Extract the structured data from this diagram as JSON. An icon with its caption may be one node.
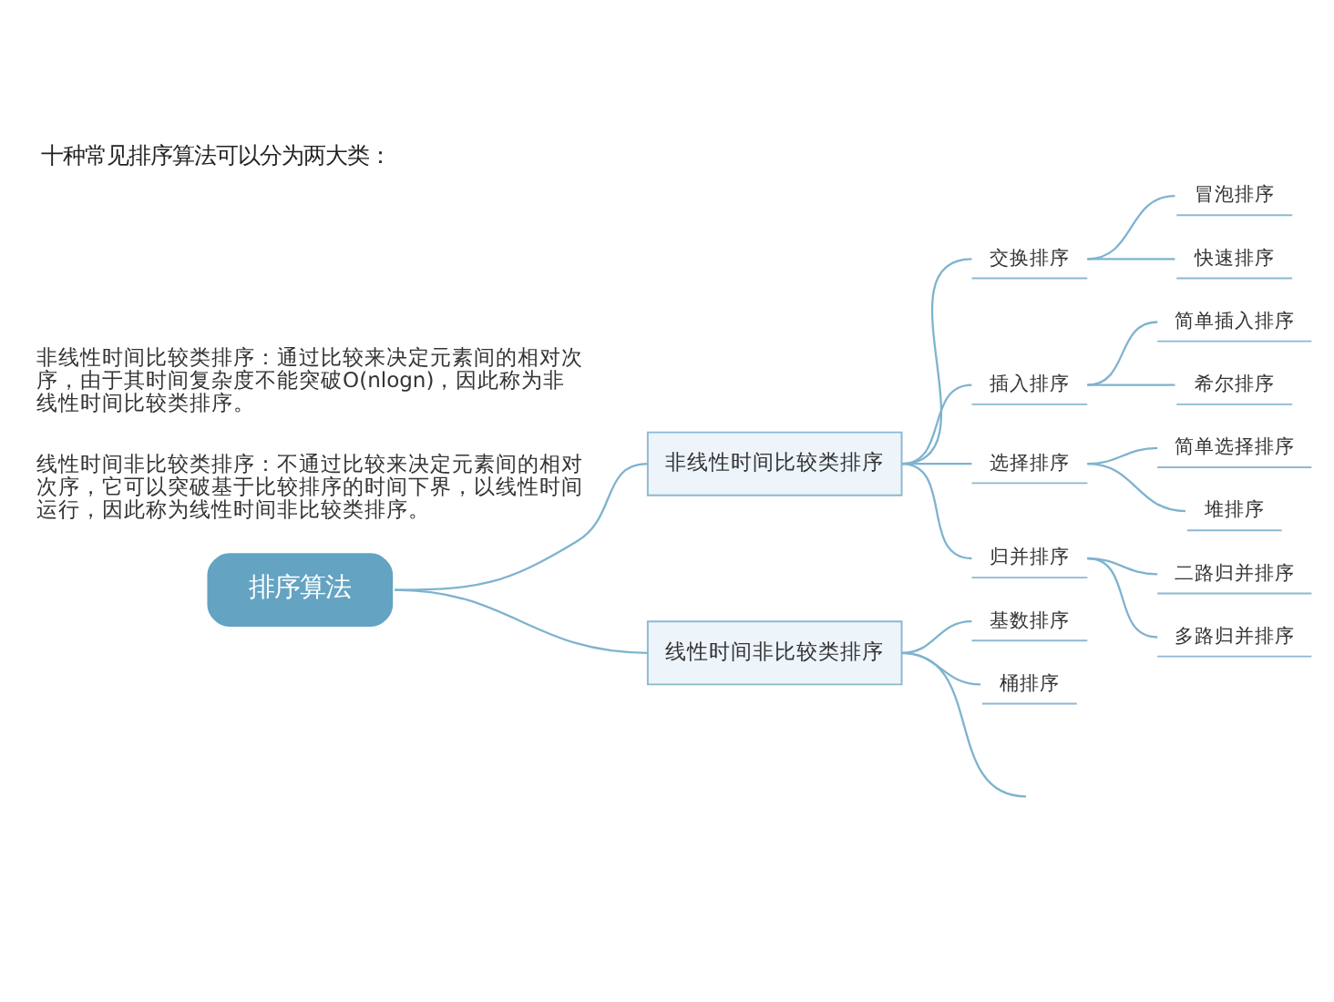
{
  "diagram": {
    "title": "十种常见排序算法可以分为两大类：",
    "nodes": [
      {
        "text": [
          "排序算法"
        ]
      },
      {
        "text": [
          "非线性时间比较类排序"
        ]
      },
      {
        "text": [
          "交换排序"
        ]
      },
      {
        "text": [
          "冒泡排序"
        ]
      },
      {
        "text": [
          "快速排序"
        ]
      },
      {
        "text": [
          "插入排序"
        ]
      },
      {
        "text": [
          "简单插入排序"
        ]
      },
      {
        "text": [
          "希尔排序"
        ]
      },
      {
        "text": [
          "选择排序"
        ]
      },
      {
        "text": [
          "简单选择排序"
        ]
      },
      {
        "text": [
          "堆排序"
        ]
      },
      {
        "text": [
          "归并排序"
        ]
      },
      {
        "text": [
          "二路归并排序"
        ]
      },
      {
        "text": [
          "多路归并排序"
        ]
      },
      {
        "text": [
          "线性时间非比较类排序"
        ]
      },
      {
        "text": [
          "基数排序"
        ]
      },
      {
        "text": [
          "桶排序"
        ]
      }
    ],
    "edges": [
      {
        "from": 0,
        "to": 1,
        "arrow": "none"
      },
      {
        "from": 1,
        "to": 2,
        "arrow": "none"
      },
      {
        "from": 2,
        "to": 3,
        "arrow": "none"
      },
      {
        "from": 2,
        "to": 4,
        "arrow": "none"
      },
      {
        "from": 1,
        "to": 5,
        "arrow": "none"
      },
      {
        "from": 5,
        "to": 6,
        "arrow": "none"
      },
      {
        "from": 5,
        "to": 7,
        "arrow": "none"
      },
      {
        "from": 1,
        "to": 8,
        "arrow": "none"
      },
      {
        "from": 8,
        "to": 9,
        "arrow": "none"
      },
      {
        "from": 8,
        "to": 10,
        "arrow": "none"
      },
      {
        "from": 1,
        "to": 11,
        "arrow": "none"
      },
      {
        "from": 11,
        "to": 12,
        "arrow": "none"
      },
      {
        "from": 11,
        "to": 13,
        "arrow": "none"
      },
      {
        "from": 0,
        "to": 14,
        "arrow": "none"
      },
      {
        "from": 14,
        "to": 15,
        "arrow": "none"
      },
      {
        "from": 14,
        "to": 16,
        "arrow": "none"
      },
      {
        "from": 14,
        "to": null,
        "arrow": "none"
      }
    ],
    "labels": [
      "非线性时间比较类排序：通过比较来决定元素间的相对次序，由于其时间复杂度不能突破O(nlogn)，因此称为非线性时间比较类排序。",
      "线性时间非比较类排序：不通过比较来决定元素间的相对次序，它可以突破基于比较排序的时间下界，以线性时间运行，因此称为线性时间非比较类排序。"
    ]
  }
}
